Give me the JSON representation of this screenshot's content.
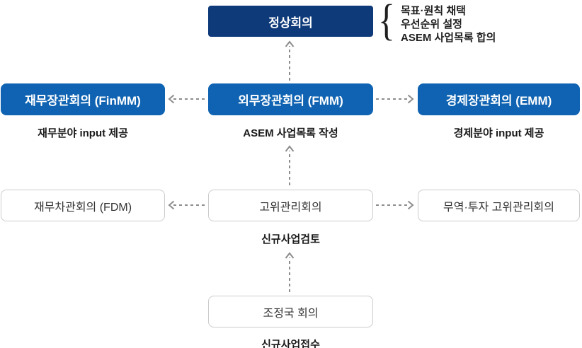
{
  "colors": {
    "summit_bg": "#0e3a7a",
    "ministerial_bg": "#0f63b2",
    "plain_border": "#cccccc",
    "arrow": "#8c8c8c",
    "text_dark": "#1a1a1a",
    "box_text_light": "#ffffff",
    "plain_box_text": "#333333"
  },
  "summit": {
    "label": "정상회의",
    "outcomes": [
      "목표·원칙 채택",
      "우선순위 설정",
      "ASEM 사업목록 합의"
    ]
  },
  "ministerial": {
    "finmm": {
      "label": "재무장관회의 (FinMM)",
      "caption": "재무분야 input 제공"
    },
    "fmm": {
      "label": "외무장관회의 (FMM)",
      "caption": "ASEM 사업목록 작성"
    },
    "emm": {
      "label": "경제장관회의 (EMM)",
      "caption": "경제분야 input 제공"
    }
  },
  "senior": {
    "fdm": {
      "label": "재무차관회의 (FDM)"
    },
    "som": {
      "label": "고위관리회의",
      "caption": "신규사업검토"
    },
    "tisom": {
      "label": "무역·투자 고위관리회의"
    }
  },
  "coordinator": {
    "label": "조정국 회의",
    "caption": "신규사업접수"
  },
  "icons": {
    "brace": "{",
    "arrows": [
      "arrow-fmm-to-summit",
      "arrow-fmm-to-finmm",
      "arrow-fmm-to-emm",
      "arrow-som-to-fmm",
      "arrow-som-to-fdm",
      "arrow-som-to-tisom",
      "arrow-coordinator-to-som"
    ]
  }
}
